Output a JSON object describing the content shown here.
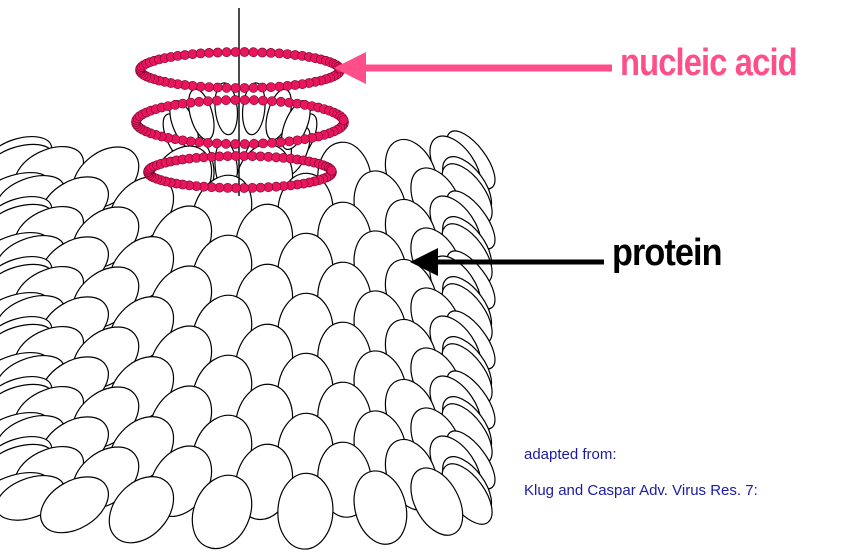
{
  "labels": {
    "nucleic_acid": "nucleic acid",
    "protein": "protein",
    "adapted_from": "adapted from:",
    "citation": "Klug and Caspar Adv. Virus Res. 7:"
  },
  "colors": {
    "nucleic_acid": "#ff4f8b",
    "rna_bead": "#e8175d",
    "protein_text": "#000000",
    "citation_text": "#1a1aa6",
    "outline": "#000000",
    "background": "#ffffff"
  }
}
